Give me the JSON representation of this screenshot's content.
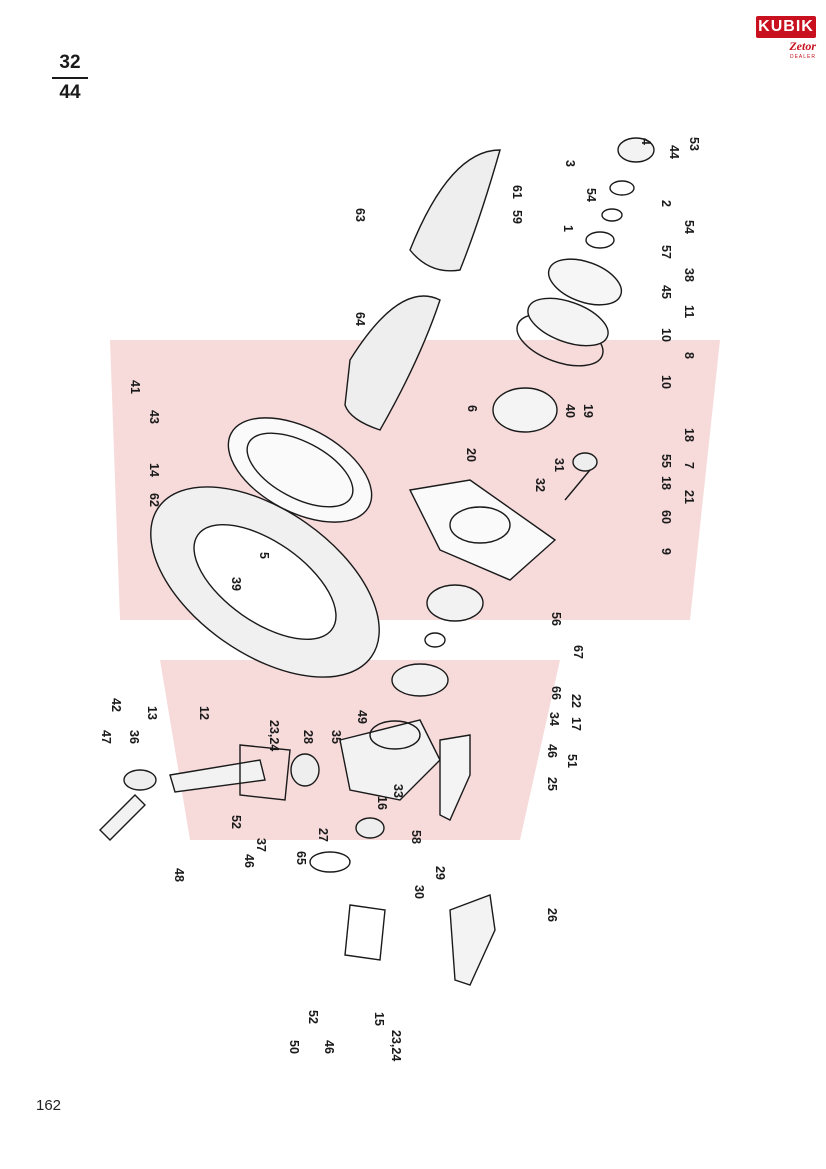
{
  "header": {
    "fraction_top": "32",
    "fraction_bottom": "44"
  },
  "logo": {
    "name": "KUBIK",
    "sub": "Zetor",
    "tag": "DEALER"
  },
  "page_number": "162",
  "watermark": {
    "color": "#e8b7b7"
  },
  "labels": [
    "53",
    "44",
    "4",
    "3",
    "54",
    "2",
    "54",
    "1",
    "61",
    "59",
    "57",
    "38",
    "45",
    "11",
    "63",
    "10",
    "8",
    "10",
    "64",
    "6",
    "40",
    "19",
    "41",
    "43",
    "18",
    "55",
    "7",
    "20",
    "31",
    "18",
    "32",
    "21",
    "14",
    "60",
    "62",
    "9",
    "5",
    "39",
    "56",
    "67",
    "66",
    "22",
    "12",
    "42",
    "47",
    "36",
    "13",
    "23,24",
    "28",
    "35",
    "49",
    "34",
    "17",
    "46",
    "51",
    "25",
    "33",
    "16",
    "48",
    "52",
    "46",
    "37",
    "27",
    "58",
    "65",
    "29",
    "30",
    "26",
    "15",
    "23,24",
    "52",
    "46",
    "50"
  ]
}
